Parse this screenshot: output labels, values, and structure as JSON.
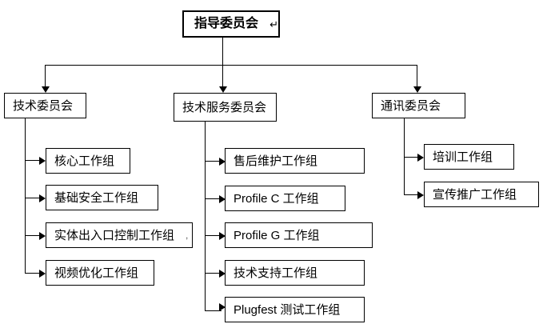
{
  "diagram": {
    "type": "organization-chart",
    "title_text": "指导委员会",
    "root": {
      "label": "指导委员会",
      "suffix_mark": "↵"
    },
    "level2": [
      {
        "label": "技术委员会"
      },
      {
        "label": "技术服务委员会"
      },
      {
        "label": "通讯委员会"
      }
    ],
    "technical_committee_groups": [
      {
        "label": "核心工作组"
      },
      {
        "label": "基础安全工作组"
      },
      {
        "label": "实体出入口控制工作组",
        "trailing_mark": ","
      },
      {
        "label": "视频优化工作组"
      }
    ],
    "technical_service_committee_groups": [
      {
        "label": "售后维护工作组"
      },
      {
        "label": "Profile C 工作组"
      },
      {
        "label": "Profile G 工作组"
      },
      {
        "label": "技术支持工作组"
      },
      {
        "label": "Plugfest 测试工作组"
      }
    ],
    "communication_committee_groups": [
      {
        "label": "培训工作组"
      },
      {
        "label": "宣传推广工作组"
      }
    ],
    "colors": {
      "background": "#ffffff",
      "stroke": "#000000",
      "text": "#000000"
    }
  }
}
